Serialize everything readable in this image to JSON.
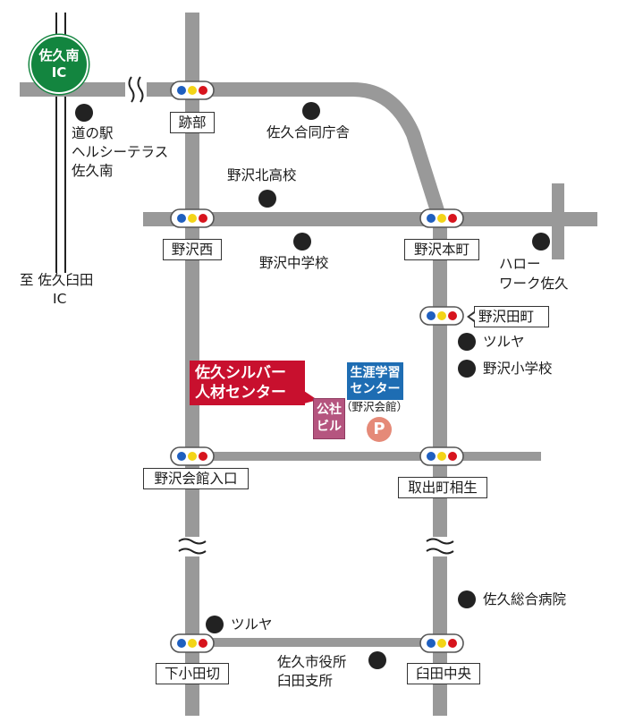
{
  "ic_badge": {
    "name": "佐久南",
    "sub": "IC"
  },
  "intersections": {
    "atobe": "跡部",
    "nozawa_nishi": "野沢西",
    "nozawa_honmachi": "野沢本町",
    "nozawa_tamachi": "野沢田町",
    "nozawa_kaikan_iriguchi": "野沢会館入口",
    "toride_machi_aioi": "取出町相生",
    "shimo_odagiri": "下小田切",
    "usuda_chuo": "臼田中央"
  },
  "direction": {
    "line1": "至 佐久臼田",
    "line2": "IC"
  },
  "landmarks": {
    "michinoeki": [
      "道の駅",
      "ヘルシーテラス",
      "佐久南"
    ],
    "godo_chosha": "佐久合同庁舎",
    "hokko": "野沢北高校",
    "chugakko": "野沢中学校",
    "hellowork": [
      "ハロー",
      "ワーク佐久"
    ],
    "tsuruya_1": "ツルヤ",
    "shogakko": "野沢小学校",
    "hospital": "佐久総合病院",
    "tsuruya_2": "ツルヤ",
    "shiyakusho": [
      "佐久市役所",
      "臼田支所"
    ]
  },
  "facilities": {
    "silver_center": [
      "佐久シルバー",
      "人材センター"
    ],
    "shogai_center": [
      "生涯学習",
      "センター"
    ],
    "shogai_sub": "（野沢会館）",
    "kousha": [
      "公社",
      "ビル"
    ],
    "parking": "P"
  },
  "colors": {
    "road": "#999999",
    "ic_green": "#13853f",
    "silver_red": "#c8102e",
    "center_blue": "#1e6db3",
    "kousha_pink": "#b5557f",
    "parking_salmon": "#e58a78",
    "signal_blue": "#1f5fbf",
    "signal_yellow": "#f3d417",
    "signal_red": "#d7141d"
  }
}
